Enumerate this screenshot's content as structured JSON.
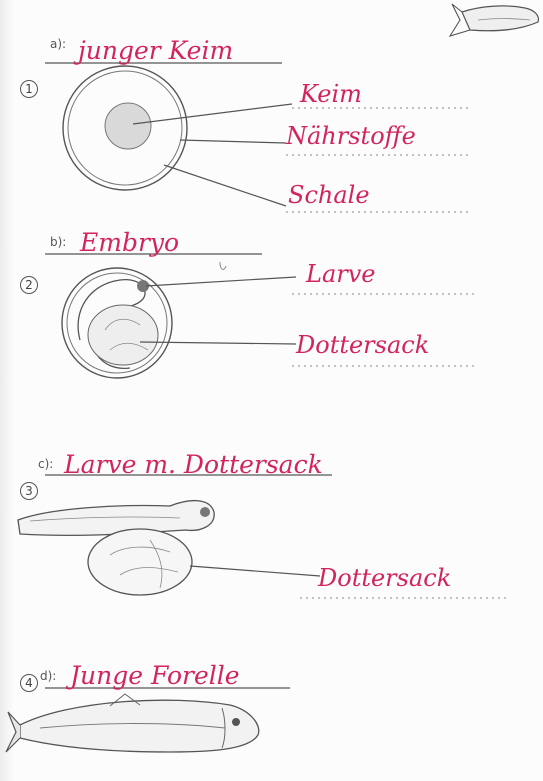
{
  "sections": [
    {
      "number": "1",
      "letter": "a):",
      "title": "junger Keim",
      "labels": [
        "Keim",
        "Nährstoffe",
        "Schale"
      ]
    },
    {
      "number": "2",
      "letter": "b):",
      "title": "Embryo",
      "labels": [
        "Larve",
        "Dottersack"
      ]
    },
    {
      "number": "3",
      "letter": "c):",
      "title": "Larve m. Dottersack",
      "labels": [
        "Dottersack"
      ]
    },
    {
      "number": "4",
      "letter": "d):",
      "title": "Junge Forelle",
      "labels": []
    }
  ],
  "colors": {
    "handwriting": "#d2245e",
    "pencil": "#444444"
  },
  "icons": [
    "egg-icon",
    "embryo-egg-icon",
    "larva-icon",
    "young-trout-icon",
    "fish-fragment-icon"
  ]
}
